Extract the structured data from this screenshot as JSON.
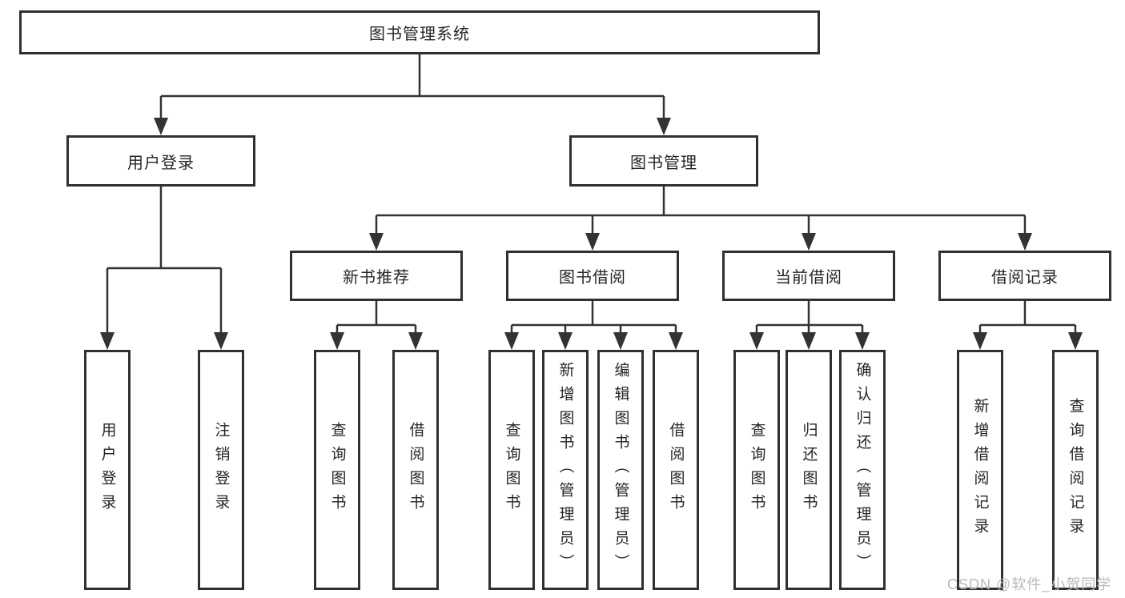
{
  "diagram_title": "图书管理系统",
  "tree": {
    "root": {
      "label": "图书管理系统"
    },
    "user_login": {
      "label": "用户登录",
      "children": [
        {
          "label": "用户登录"
        },
        {
          "label": "注销登录"
        }
      ]
    },
    "book_mgmt": {
      "label": "图书管理",
      "groups": [
        {
          "label": "新书推荐",
          "children": [
            {
              "label": "查询图书"
            },
            {
              "label": "借阅图书"
            }
          ]
        },
        {
          "label": "图书借阅",
          "children": [
            {
              "label": "查询图书"
            },
            {
              "label": "新增图书（管理员）"
            },
            {
              "label": "编辑图书（管理员）"
            },
            {
              "label": "借阅图书"
            }
          ]
        },
        {
          "label": "当前借阅",
          "children": [
            {
              "label": "查询图书"
            },
            {
              "label": "归还图书"
            },
            {
              "label": "确认归还（管理员）"
            }
          ]
        },
        {
          "label": "借阅记录",
          "children": [
            {
              "label": "新增借阅记录"
            },
            {
              "label": "查询借阅记录"
            }
          ]
        }
      ]
    }
  },
  "watermark": {
    "text": "CSDN @软件_小贺同学",
    "color": "#b9bac0"
  },
  "colors": {
    "line": "#333333",
    "box_border": "#303030",
    "text": "#262626",
    "background": "#ffffff"
  }
}
